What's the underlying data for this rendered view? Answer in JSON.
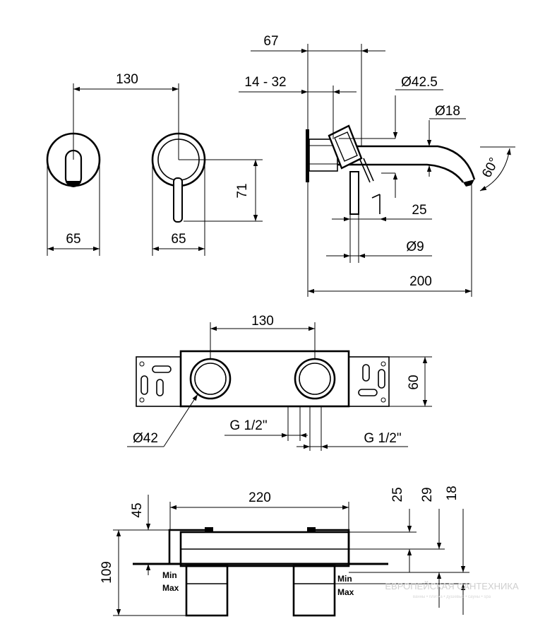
{
  "top_view": {
    "dim_width_between": "130",
    "dim_left_diameter": "65",
    "dim_right_diameter": "65",
    "dim_lever_height": "71"
  },
  "side_view": {
    "dim_67": "67",
    "dim_14_32": "14 - 32",
    "dim_d42_5": "Ø42.5",
    "dim_d18": "Ø18",
    "dim_angle": "60°",
    "dim_25": "25",
    "dim_d9": "Ø9",
    "dim_200": "200"
  },
  "box_front_view": {
    "dim_130": "130",
    "dim_60": "60",
    "dim_d42": "Ø42",
    "dim_g_left": "G 1/2\"",
    "dim_g_right": "G 1/2\""
  },
  "box_side_view": {
    "dim_220": "220",
    "dim_45": "45",
    "dim_109": "109",
    "dim_25": "25",
    "dim_29": "29",
    "dim_18": "18",
    "min_left": "Min",
    "max_left": "Max",
    "min_right": "Min",
    "max_right": "Max"
  },
  "watermark": {
    "brand": "ЕВРОПЕЙСКАЯ САНТЕХНИКА",
    "tagline": "ванны • плитка • душевые • сауны • spa"
  }
}
